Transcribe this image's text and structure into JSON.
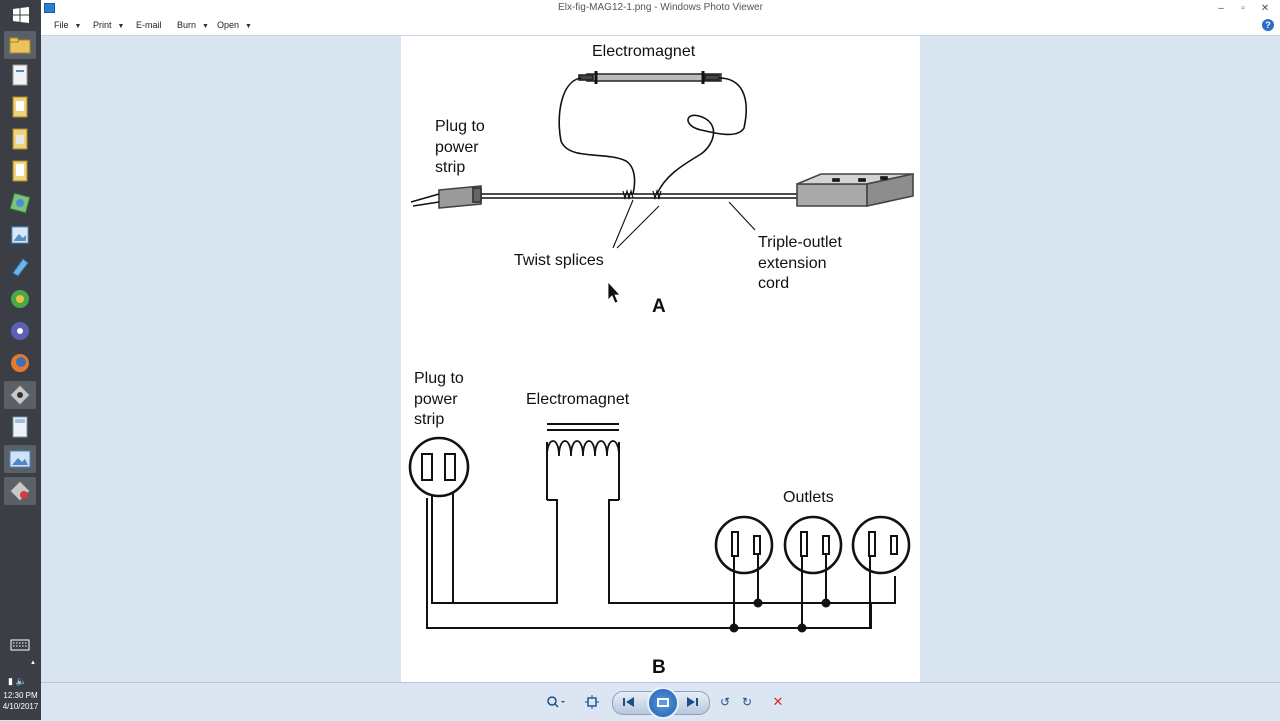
{
  "window": {
    "title": "Elx-fig-MAG12-1.png - Windows Photo Viewer"
  },
  "menu": {
    "items": [
      "File",
      "Print",
      "E-mail",
      "Burn",
      "Open"
    ],
    "help": "?"
  },
  "taskbar": {
    "time": "12:30 PM",
    "date": "4/10/2017"
  },
  "diagram": {
    "a": {
      "electromagnet": "Electromagnet",
      "plug": "Plug to\npower\nstrip",
      "twist": "Twist splices",
      "triple": "Triple-outlet\nextension\ncord",
      "letter": "A"
    },
    "b": {
      "plug": "Plug to\npower\nstrip",
      "electromagnet": "Electromagnet",
      "outlets": "Outlets",
      "letter": "B"
    }
  },
  "controls": [
    "zoom-icon",
    "actual-size-icon",
    "previous-icon",
    "slideshow-icon",
    "next-icon",
    "rotate-left-icon",
    "rotate-right-icon",
    "delete-icon"
  ]
}
